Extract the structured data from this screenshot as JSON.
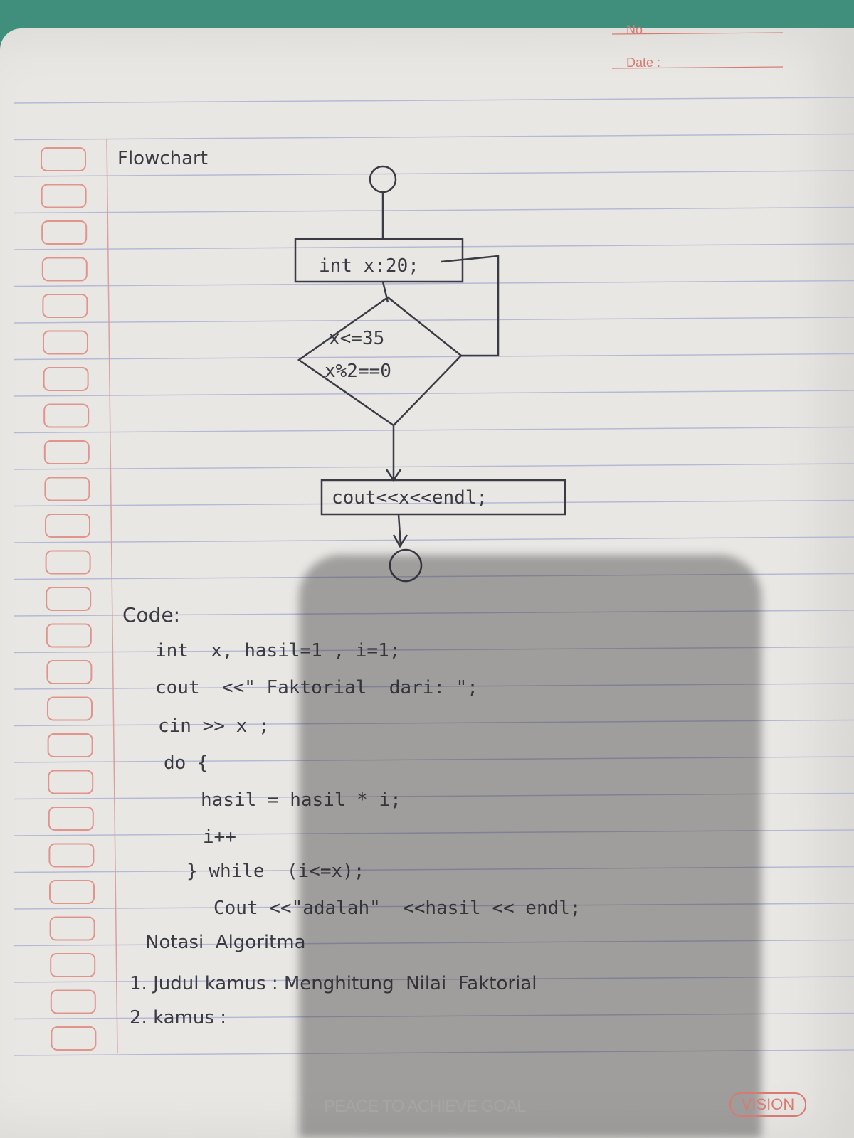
{
  "header": {
    "no_label": "No.",
    "date_label": "Date :"
  },
  "section_flowchart": {
    "title": "Flowchart"
  },
  "flowchart": {
    "init_box": "int x:20;",
    "condition_line1": "x<=35",
    "condition_line2": "x%2==0",
    "output_box": "cout<<x<<endl;"
  },
  "section_code": {
    "title": "Code:",
    "lines": [
      "int  x, hasil=1 , i=1;",
      "cout  <<\" Faktorial  dari: \";",
      "cin >> x ;",
      "do {",
      "hasil = hasil * i;",
      "i++",
      "} while  (i<=x);",
      "Cout <<\"adalah\"  <<hasil << endl;"
    ]
  },
  "section_notes": {
    "title": "Notasi  Algoritma",
    "items": [
      "1. Judul kamus : Menghitung  Nilai  Faktorial",
      "2. kamus :"
    ]
  },
  "footer": {
    "motto": "PEACE TO ACHIEVE GOAL",
    "brand": "VISION"
  },
  "colors": {
    "ink": "#3b3b44",
    "margin_red": "#d97a72",
    "rule_blue": "#b6b9d6",
    "paper": "#e9e7e4"
  }
}
